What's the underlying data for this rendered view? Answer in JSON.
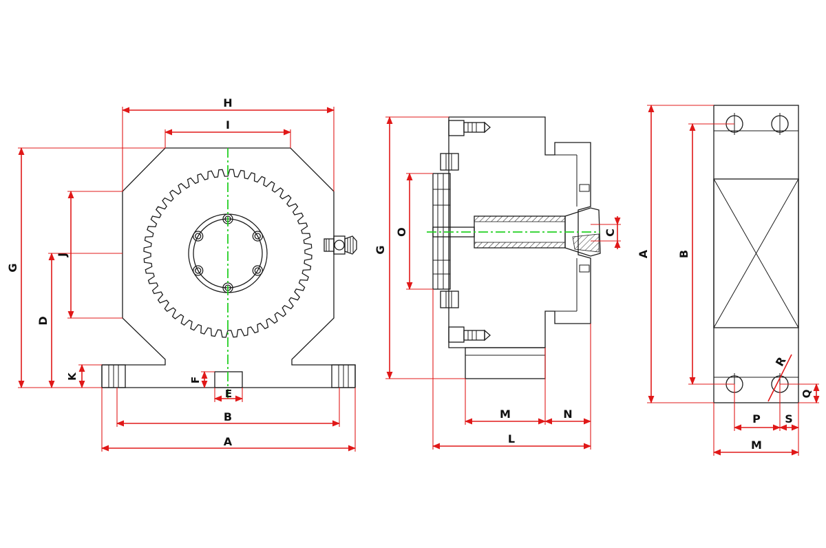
{
  "colors": {
    "outline": "#1a1a1a",
    "dimension": "#e01818",
    "centerline": "#22d022",
    "background": "#ffffff"
  },
  "front_view": {
    "labels": {
      "H": "H",
      "I": "I",
      "G": "G",
      "J": "J",
      "D": "D",
      "K": "K",
      "F": "F",
      "E": "E",
      "B": "B",
      "A": "A"
    }
  },
  "side_view": {
    "labels": {
      "G": "G",
      "O": "O",
      "C": "C",
      "M": "M",
      "N": "N",
      "L": "L"
    }
  },
  "top_view": {
    "labels": {
      "A": "A",
      "B": "B",
      "R": "R",
      "Q": "Q",
      "P": "P",
      "S": "S",
      "M": "M"
    }
  },
  "icons": [
    "pneumatic-fitting-icon",
    "mounting-bolt-icon"
  ]
}
